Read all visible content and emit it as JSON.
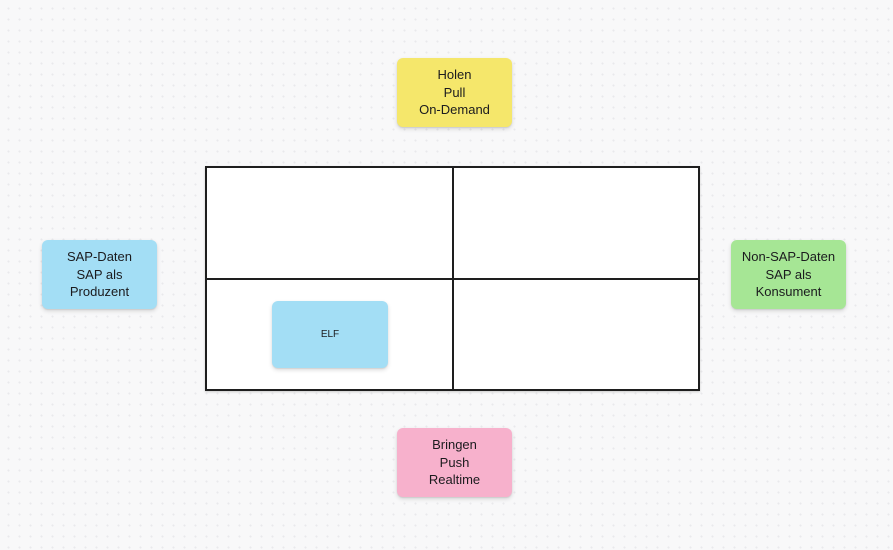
{
  "canvas": {
    "background_color": "#F8F8F9",
    "dot_grid_color": "#E9E9EC"
  },
  "matrix": {
    "type": "2x2-quadrant-grid",
    "border_color": "#1E1E1E",
    "cell_background": "#FFFFFF",
    "rows": 2,
    "columns": 2
  },
  "notes": {
    "top": {
      "text": "Holen\nPull\nOn-Demand",
      "color": "#F5E76B",
      "role": "column-axis-label"
    },
    "left": {
      "text": "SAP-Daten\nSAP als\nProduzent",
      "color": "#A3DEF5",
      "role": "row-axis-label"
    },
    "right": {
      "text": "Non-SAP-Daten\nSAP als\nKonsument",
      "color": "#A6E695",
      "role": "row-axis-label"
    },
    "bottom": {
      "text": "Bringen\nPush\nRealtime",
      "color": "#F7B1CC",
      "role": "column-axis-label"
    },
    "elf": {
      "text": "ELF",
      "color": "#A3DEF5",
      "role": "item-in-bottom-left-quadrant"
    }
  }
}
